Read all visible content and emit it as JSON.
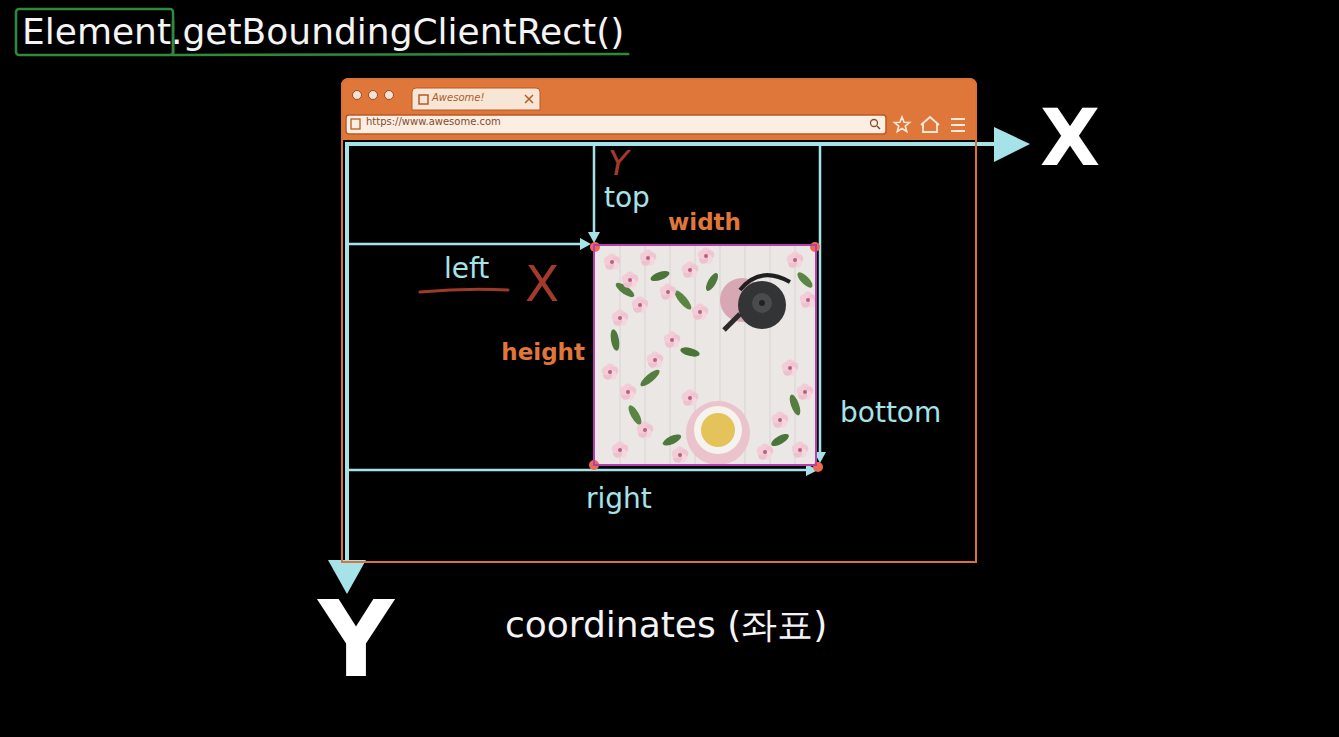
{
  "diagram": {
    "title": "Element.getBoundingClientRect()",
    "caption": "coordinates (좌표)",
    "nodes": [
      {
        "text": [
          "Awesome!",
          "https://www.awesome.com"
        ]
      },
      {
        "text": [
          "width",
          "height"
        ],
        "in": 0
      }
    ],
    "labels": [
      "X",
      "top",
      "Y",
      "left",
      "X",
      "bottom",
      "right",
      "Y"
    ]
  }
}
